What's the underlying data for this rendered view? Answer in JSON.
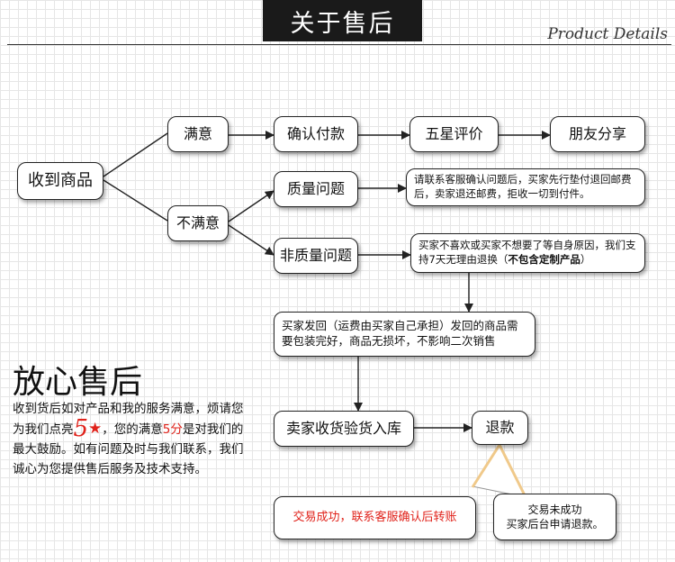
{
  "header": {
    "title": "关于售后",
    "subtitle": "Product Details"
  },
  "nodes": {
    "received": "收到商品",
    "satisfied": "满意",
    "confirm_payment": "确认付款",
    "five_star": "五星评价",
    "share": "朋友分享",
    "unsatisfied": "不满意",
    "quality_issue": "质量问题",
    "non_quality_issue": "非质量问题",
    "quality_note": "请联系客服确认问题后，买家先行垫付退回邮费后，卖家退还邮费，拒收一切到付件。",
    "non_quality_note_main": "买家不喜欢或买家不想要了等自身原因，我们支持7天无理由退换（",
    "non_quality_note_strong": "不包含定制产品",
    "non_quality_note_end": "）",
    "return_note": "买家发回（运费由买家自己承担）发回的商品需要包装完好，商品无损坏，不影响二次销售",
    "inspect": "卖家收货验货入库",
    "refund": "退款",
    "success": "交易成功，联系客服确认后转账",
    "failed": "交易未成功\n买家后台申请退款。"
  },
  "side": {
    "title": "放心售后",
    "text_1": "收到货后如对产品和我的服务满意，烦请您为我们点亮",
    "five_big": "5",
    "star": "★",
    "text_2": "，您的满意",
    "five_small": "5分",
    "text_3": "是对我们的最大鼓励。如有问题及时与我们联系，我们诚心为您提供售后服务及技术支持。"
  },
  "colors": {
    "accent_red": "#e0221a",
    "header_bg": "#1a1a1a",
    "line": "#222222"
  }
}
